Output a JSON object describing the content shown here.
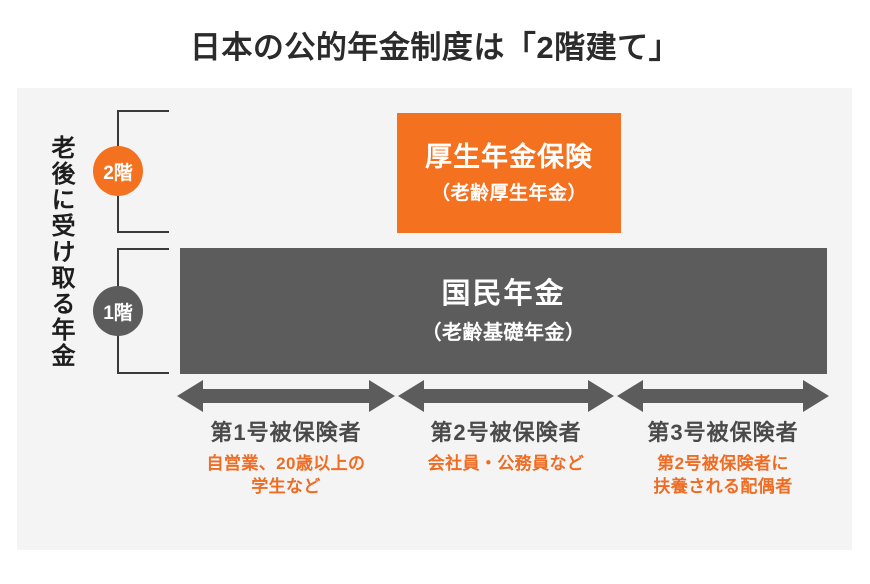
{
  "title": "日本の公的年金制度は「2階建て」",
  "vertical_label": "老後に受け取る年金",
  "colors": {
    "orange": "#F4711F",
    "gray": "#5C5C5C",
    "panel_bg": "#F4F4F4",
    "desc_orange": "#EF6C23",
    "title_text": "#2B2B2B"
  },
  "floors": [
    {
      "badge": "2階",
      "color": "#F4711F"
    },
    {
      "badge": "1階",
      "color": "#5C5C5C"
    }
  ],
  "tier2": {
    "title": "厚生年金保険",
    "subtitle": "（老齢厚生年金）"
  },
  "tier1": {
    "title": "国民年金",
    "subtitle": "（老齢基礎年金）"
  },
  "categories": [
    {
      "arrow": "double-arrow-icon",
      "title": "第1号被保険者",
      "desc_line1": "自営業、20歳以上の",
      "desc_line2": "学生など"
    },
    {
      "arrow": "double-arrow-icon",
      "title": "第2号被保険者",
      "desc_line1": "会社員・公務員など",
      "desc_line2": ""
    },
    {
      "arrow": "double-arrow-icon",
      "title": "第3号被保険者",
      "desc_line1": "第2号被保険者に",
      "desc_line2": "扶養される配偶者"
    }
  ]
}
